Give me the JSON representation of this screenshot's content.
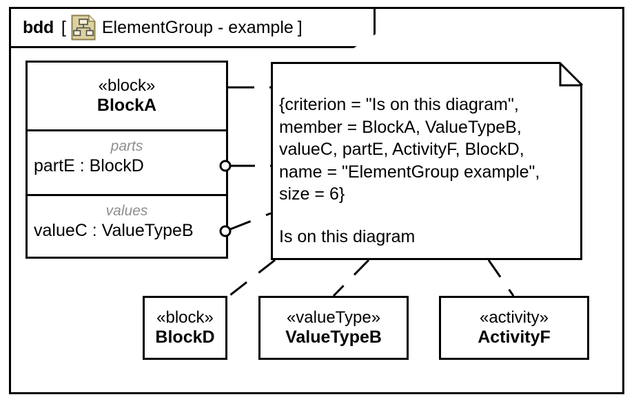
{
  "diagram": {
    "kind": "bdd",
    "bracket_open": "[",
    "bracket_close": "]",
    "title": "ElementGroup - example",
    "icon": "bdd-diagram-icon",
    "icon_fill": "#ddd2a0",
    "icon_stroke": "#8c8050",
    "frame_color": "#000000",
    "background": "#ffffff"
  },
  "blockA": {
    "stereotype": "«block»",
    "name": "BlockA",
    "compartments": [
      {
        "label": "parts",
        "item": "partE : BlockD"
      },
      {
        "label": "values",
        "item": "valueC : ValueTypeB"
      }
    ],
    "label_color": "#8f8f8f"
  },
  "note": {
    "line1": "{criterion = \"Is on this diagram\",",
    "line2": "member = BlockA, ValueTypeB,",
    "line3": "valueC, partE, ActivityF, BlockD,",
    "line4": "name = \"ElementGroup example\",",
    "line5": "size = 6}",
    "line6": "Is on this diagram",
    "full_text": "{criterion = \"Is on this diagram\",\nmember = BlockA, ValueTypeB,\nvalueC, partE, ActivityF, BlockD,\nname = \"ElementGroup example\",\nsize = 6}",
    "criterion": "Is on this diagram",
    "member": "BlockA, ValueTypeB, valueC, partE, ActivityF, BlockD",
    "group_name": "ElementGroup example",
    "size": "6"
  },
  "nodes": [
    {
      "stereotype": "«block»",
      "name": "BlockD"
    },
    {
      "stereotype": "«valueType»",
      "name": "ValueTypeB"
    },
    {
      "stereotype": "«activity»",
      "name": "ActivityF"
    }
  ]
}
